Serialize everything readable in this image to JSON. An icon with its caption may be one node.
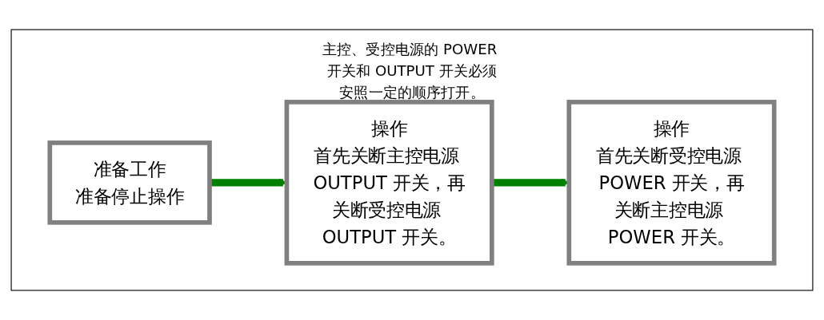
{
  "diagram": {
    "nodes": [
      {
        "text": [
          "主控、受控电源的 POWER 开关和 OUTPUT 开关必须安照一定的顺序打开。"
        ]
      },
      {
        "text": [
          "准备工作",
          "准备停止操作"
        ],
        "in": 0
      },
      {
        "text": [
          "操作",
          "首先关断主控电源 OUTPUT 开关，再关断受控电源 OUTPUT 开关。"
        ],
        "in": 0
      },
      {
        "text": [
          "操作",
          "首先关断受控电源 POWER 开关，再关断主控电源 POWER 开关。"
        ],
        "in": 0
      }
    ],
    "edges": [
      {
        "from": 1,
        "to": 2,
        "arrow": "to",
        "color": "#008000"
      },
      {
        "from": 2,
        "to": 3,
        "arrow": "to",
        "color": "#008000"
      }
    ]
  }
}
